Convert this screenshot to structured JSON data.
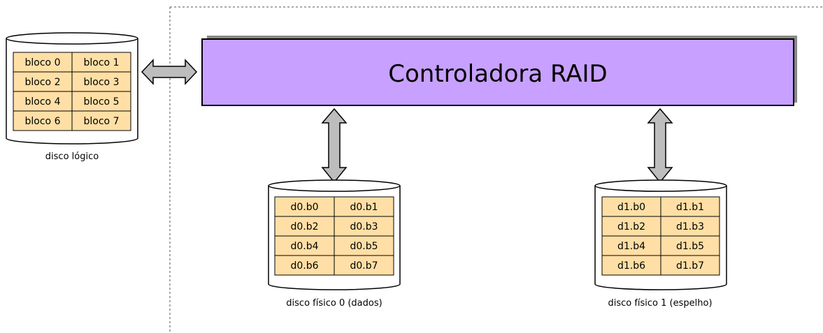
{
  "controller": {
    "label": "Controladora RAID"
  },
  "logical_disk": {
    "caption": "disco lógico",
    "blocks": [
      "bloco 0",
      "bloco 1",
      "bloco 2",
      "bloco 3",
      "bloco 4",
      "bloco 5",
      "bloco 6",
      "bloco 7"
    ]
  },
  "disk0": {
    "caption": "disco físico 0 (dados)",
    "blocks": [
      "d0.b0",
      "d0.b1",
      "d0.b2",
      "d0.b3",
      "d0.b4",
      "d0.b5",
      "d0.b6",
      "d0.b7"
    ]
  },
  "disk1": {
    "caption": "disco físico 1 (espelho)",
    "blocks": [
      "d1.b0",
      "d1.b1",
      "d1.b2",
      "d1.b3",
      "d1.b4",
      "d1.b5",
      "d1.b6",
      "d1.b7"
    ]
  },
  "colors": {
    "controller_fill": "#c8a0ff",
    "block_fill": "#ffdfa5",
    "arrow_fill": "#bdbdbd"
  }
}
